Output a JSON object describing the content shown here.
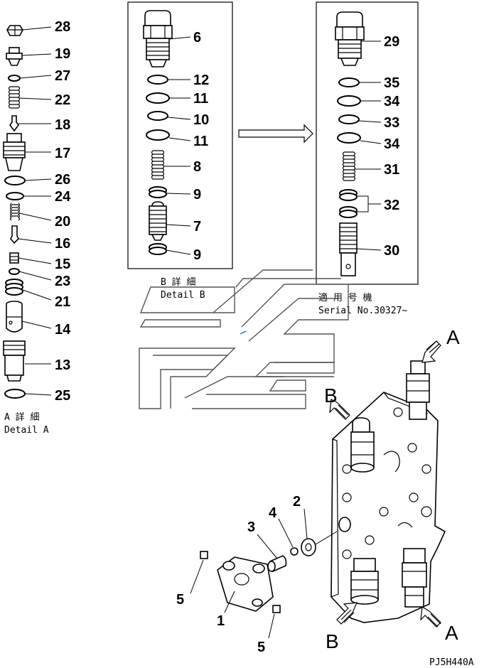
{
  "detail_a": {
    "title_jp": "A 詳 細",
    "title_en": "Detail A",
    "parts": [
      "28",
      "19",
      "27",
      "22",
      "18",
      "17",
      "26",
      "24",
      "20",
      "16",
      "15",
      "23",
      "21",
      "14",
      "13",
      "25"
    ]
  },
  "detail_b": {
    "title_jp": "B 詳 細",
    "title_en": "Detail B",
    "parts": [
      "6",
      "12",
      "11",
      "10",
      "11",
      "8",
      "9",
      "7",
      "9"
    ]
  },
  "serial_variant": {
    "applicability_jp": "適 用 号 機",
    "serial": "Serial No.30327~",
    "parts": [
      "29",
      "35",
      "34",
      "33",
      "34",
      "31",
      "32",
      "30"
    ]
  },
  "assembly": {
    "view_markers": [
      "A",
      "B",
      "B",
      "A"
    ],
    "parts": [
      "2",
      "4",
      "3",
      "5",
      "1",
      "5"
    ]
  },
  "drawing_code": "PJ5H440A"
}
